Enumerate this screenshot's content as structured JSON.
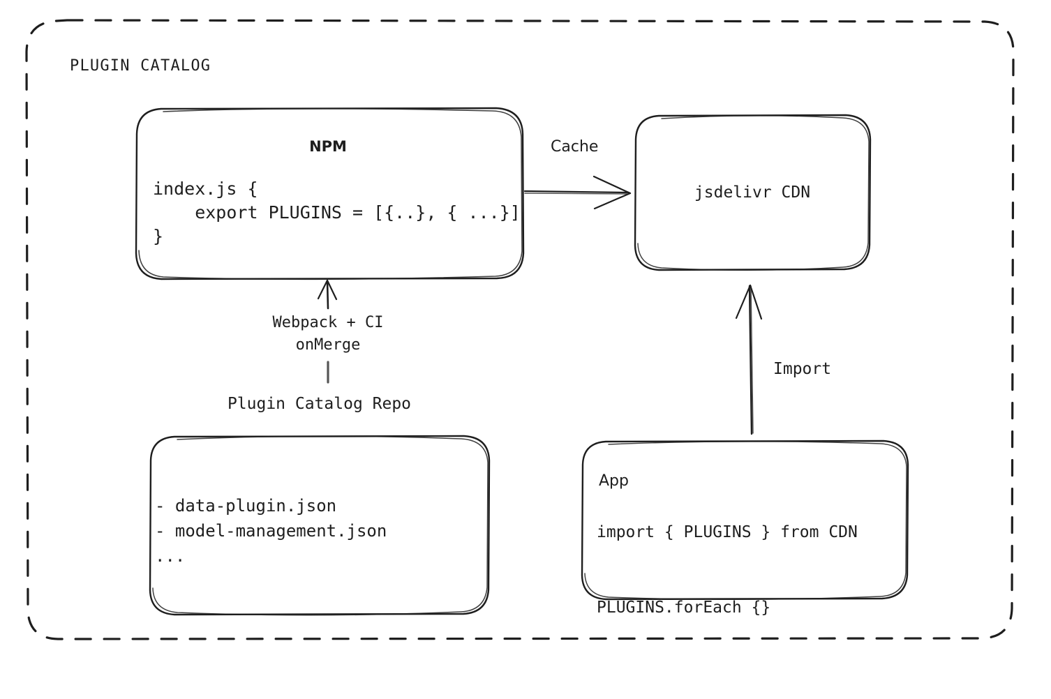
{
  "diagram": {
    "group_label": "PLUGIN CATALOG",
    "boxes": {
      "npm": {
        "title": "NPM",
        "code": "index.js {\n    export PLUGINS = [{..}, { ...}]\n}"
      },
      "cdn": {
        "label": "jsdelivr CDN"
      },
      "repo": {
        "caption": "Plugin Catalog Repo",
        "items": "- data-plugin.json\n- model-management.json\n..."
      },
      "app": {
        "title": "App",
        "code": "import { PLUGINS } from CDN\n\nPLUGINS.forEach {}"
      }
    },
    "edges": {
      "cache": "Cache",
      "build": "Webpack + CI\nonMerge",
      "import": "Import"
    },
    "colors": {
      "stroke": "#1e1e1e",
      "background": "#ffffff",
      "text": "#1e1e1e"
    }
  }
}
